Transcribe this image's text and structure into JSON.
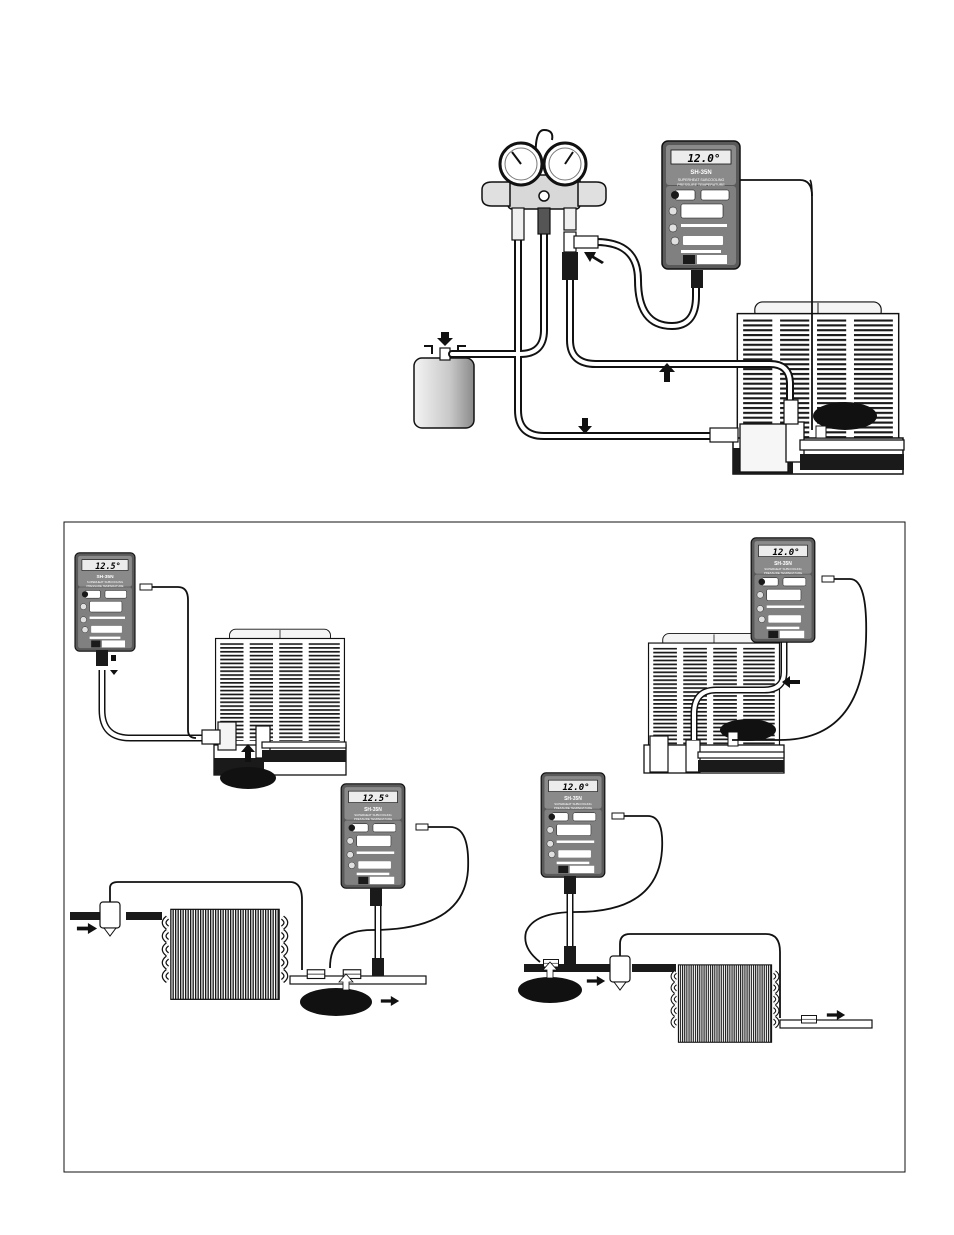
{
  "meters": {
    "main": {
      "reading": "12.0°",
      "model": "SH-35N",
      "caption": "SUPERHEAT  SUBCOOLING",
      "caption2": "PRESSURE  TEMPERATURE"
    },
    "left_condenser": {
      "reading": "12.5°",
      "model": "SH-35N",
      "caption": "SUPERHEAT  SUBCOOLING",
      "caption2": "PRESSURE  TEMPERATURE"
    },
    "right_condenser": {
      "reading": "12.0°",
      "model": "SH-35N",
      "caption": "SUPERHEAT  SUBCOOLING",
      "caption2": "PRESSURE  TEMPERATURE"
    },
    "left_evaporator": {
      "reading": "12.5°",
      "model": "SH-35N",
      "caption": "SUPERHEAT  SUBCOOLING",
      "caption2": "PRESSURE  TEMPERATURE"
    },
    "right_evaporator": {
      "reading": "12.0°",
      "model": "SH-35N",
      "caption": "SUPERHEAT  SUBCOOLING",
      "caption2": "PRESSURE  TEMPERATURE"
    }
  },
  "colors": {
    "ink": "#111111",
    "meter_body": "#5a5a5a",
    "meter_panel": "#8c8c8c",
    "lcd": "#e6e6e6",
    "unit_fill": "#f4f4f4",
    "cylinder_light": "#f2f2f2",
    "cylinder_dark": "#9a9a9a"
  }
}
